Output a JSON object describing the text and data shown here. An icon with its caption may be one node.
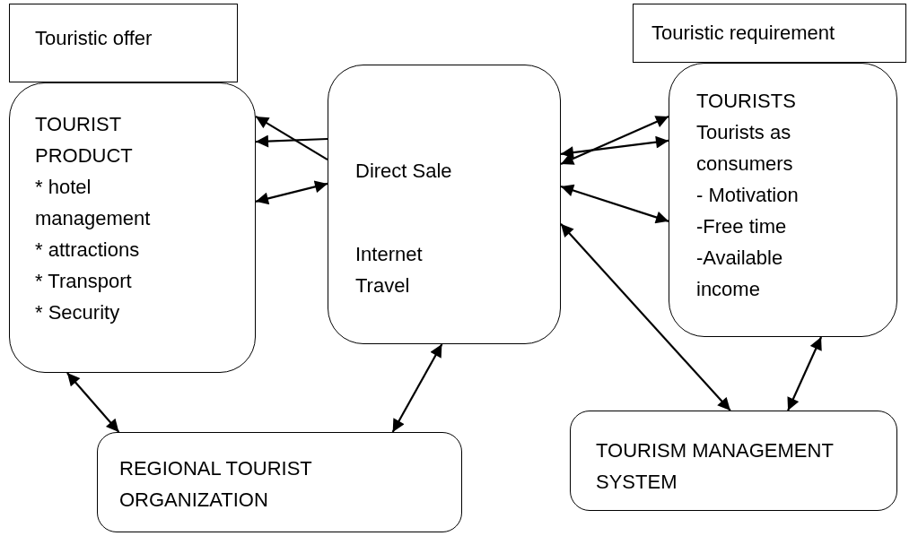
{
  "diagram": {
    "nodes": [
      {
        "text": [
          "Touristic offer"
        ]
      },
      {
        "text": [
          "TOURIST PRODUCT",
          "* hotel management",
          "* attractions",
          "* Transport",
          "* Security"
        ]
      },
      {
        "text": [
          "Direct Sale",
          "Internet Travel"
        ]
      },
      {
        "text": [
          "Touristic requirement"
        ]
      },
      {
        "text": [
          "TOURISTS",
          "Tourists as consumers",
          "- Motivation",
          "-Free time",
          "-Available income"
        ]
      },
      {
        "text": [
          "REGIONAL TOURIST ORGANIZATION"
        ]
      },
      {
        "text": [
          "TOURISM MANAGEMENT SYSTEM"
        ]
      }
    ],
    "edges": [
      {
        "from": 2,
        "to": 1,
        "arrow": "to"
      },
      {
        "from": 2,
        "to": 1,
        "arrow": "to"
      },
      {
        "from": 1,
        "to": 2,
        "arrow": "both"
      },
      {
        "from": 2,
        "to": 4,
        "arrow": "both"
      },
      {
        "from": 2,
        "to": 4,
        "arrow": "both"
      },
      {
        "from": 2,
        "to": 4,
        "arrow": "both"
      },
      {
        "from": 2,
        "to": 6,
        "arrow": "both"
      },
      {
        "from": 4,
        "to": 6,
        "arrow": "both"
      },
      {
        "from": 1,
        "to": 5,
        "arrow": "both"
      },
      {
        "from": 2,
        "to": 5,
        "arrow": "both"
      }
    ]
  }
}
